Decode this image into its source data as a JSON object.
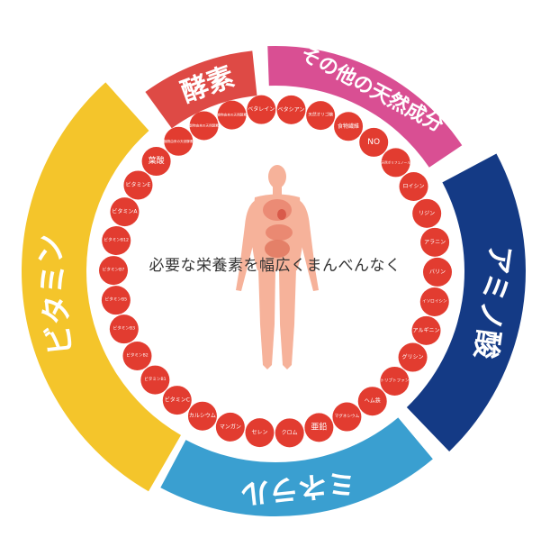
{
  "center_text": "必要な栄養素を幅広くまんべんなく",
  "colors": {
    "enzyme": "#de4a45",
    "other": "#d94f93",
    "amino": "#143a85",
    "mineral": "#3a9fd0",
    "vitamin": "#f4c52b",
    "dot": "#e23c30",
    "body": "#f6b29a",
    "organ": "#e9846e"
  },
  "segments": {
    "enzyme": "酵素",
    "other": "その他の天然成分",
    "amino": "アミノ酸",
    "mineral": "ミネラル",
    "vitamin": "ビタミン"
  },
  "nutrients": [
    "ベタレイン",
    "ベタシアン",
    "天然オリゴ糖",
    "食物繊維",
    "NO",
    "天然ポリフェノール",
    "ロイシン",
    "リジン",
    "アラニン",
    "バリン",
    "イソロイシン",
    "アルギニン",
    "グリシン",
    "トリプトファン",
    "ヘム鉄",
    "マグネシウム",
    "亜鉛",
    "クロム",
    "セレン",
    "マンガン",
    "カルシウム",
    "ビタミンC",
    "ビタミンB1",
    "ビタミンB2",
    "ビタミンB3",
    "ビタミンB5",
    "ビタミンB7",
    "ビタミンB12",
    "ビタミンA",
    "ビタミンE",
    "葉酸",
    "植物由来の天然酵素",
    "穀物由来の天然酵素",
    "食物由来の天然酵素"
  ]
}
